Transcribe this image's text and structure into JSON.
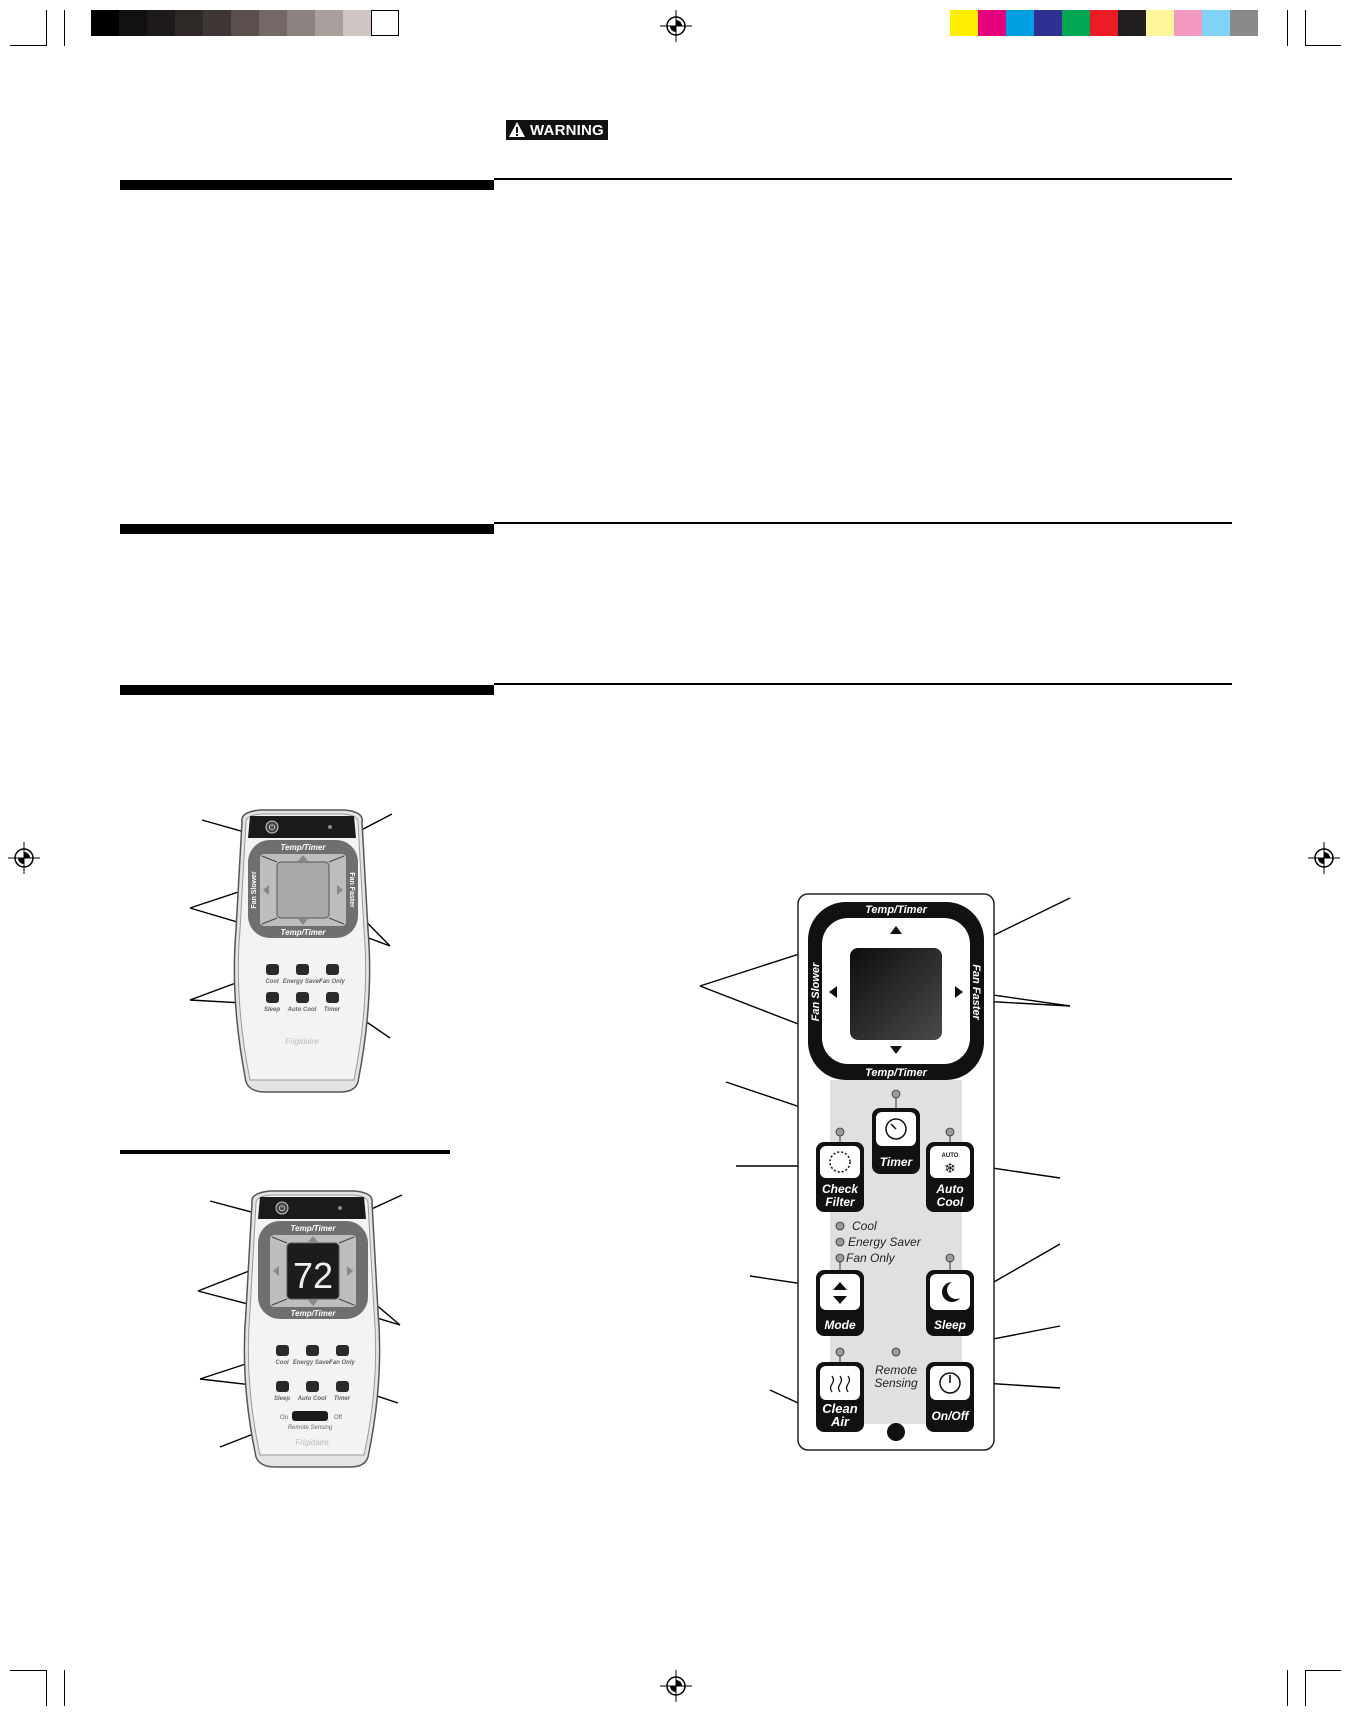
{
  "registration_colors_left": [
    "#000000",
    "#111111",
    "#1e1a19",
    "#2e2826",
    "#3f3735",
    "#5a4f4d",
    "#736866",
    "#8c8280",
    "#a9a09e",
    "#cfc6c4",
    "#ffffff"
  ],
  "registration_colors_right": [
    "#ffee00",
    "#e6007e",
    "#00a0e3",
    "#2e3192",
    "#00a651",
    "#ed1c24",
    "#231f20",
    "#fff799",
    "#f49ac1",
    "#7fd3f7",
    "#8a8a8a"
  ],
  "warning": {
    "label": "WARNING"
  },
  "remote_small": {
    "temp_timer_top": "Temp/Timer",
    "temp_timer_bottom": "Temp/Timer",
    "fan_slower": "Fan Slower",
    "fan_faster": "Fan Faster",
    "buttons": [
      {
        "label": "Cool"
      },
      {
        "label": "Energy Saver"
      },
      {
        "label": "Fan Only"
      },
      {
        "label": "Sleep"
      },
      {
        "label": "Auto Cool"
      },
      {
        "label": "Timer"
      }
    ],
    "brand": "Frigidaire"
  },
  "remote_display": {
    "temp_timer_top": "Temp/Timer",
    "temp_timer_bottom": "Temp/Timer",
    "display_value": "72",
    "buttons": [
      {
        "label": "Cool"
      },
      {
        "label": "Energy Saver"
      },
      {
        "label": "Fan Only"
      },
      {
        "label": "Sleep"
      },
      {
        "label": "Auto Cool"
      },
      {
        "label": "Timer"
      }
    ],
    "switch_on": "On",
    "switch_off": "Off",
    "remote_sensing": "Remote Sensing",
    "brand": "Frigidaire"
  },
  "control_panel": {
    "temp_timer_top": "Temp/Timer",
    "temp_timer_bottom": "Temp/Timer",
    "fan_slower": "Fan Slower",
    "fan_faster": "Fan Faster",
    "timer": "Timer",
    "check_filter": "Check Filter",
    "auto_cool": "Auto Cool",
    "auto_badge": "AUTO",
    "mode_options": [
      "Cool",
      "Energy Saver",
      "Fan Only"
    ],
    "mode": "Mode",
    "sleep": "Sleep",
    "remote_sensing": "Remote Sensing",
    "clean_air": "Clean Air",
    "on_off": "On/Off"
  }
}
